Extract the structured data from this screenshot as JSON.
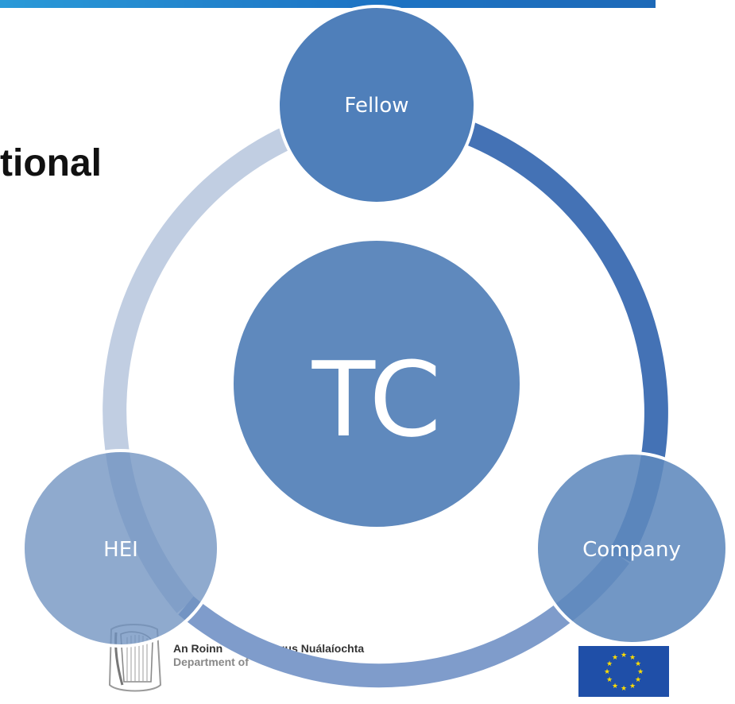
{
  "heading": {
    "text": "tional"
  },
  "diagram": {
    "center": {
      "label": "TC"
    },
    "nodes": [
      {
        "id": "fellow",
        "label": "Fellow"
      },
      {
        "id": "company",
        "label": "Company"
      },
      {
        "id": "hei",
        "label": "HEI"
      }
    ],
    "colors": {
      "node_fill": "#5a86bc",
      "node_border": "#ffffff",
      "ring_dark": "#4472b5",
      "ring_light": "#c1cee2",
      "banner": "#1d74c4"
    }
  },
  "footer": {
    "department_line1": "An Roinn",
    "department_line1_end": "agus Nuálaíochta",
    "department_line2": "Department of"
  }
}
